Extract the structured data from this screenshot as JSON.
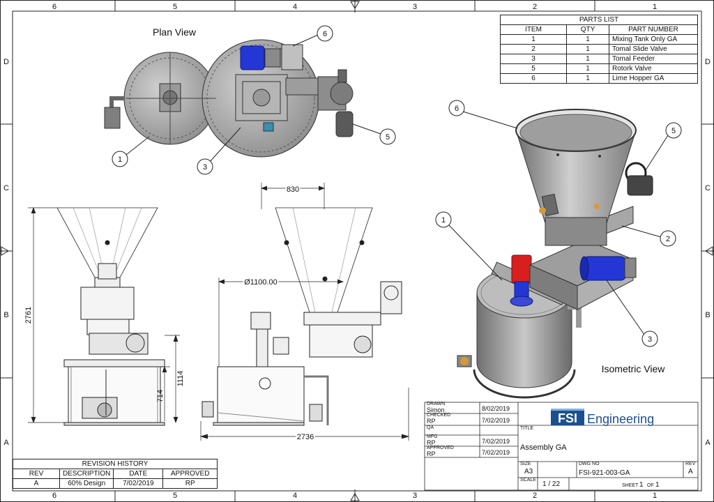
{
  "zones": {
    "columns": [
      "6",
      "5",
      "4",
      "3",
      "2",
      "1"
    ],
    "rows": [
      "D",
      "C",
      "B",
      "A"
    ]
  },
  "views": {
    "plan": "Plan View",
    "iso": "Isometric View"
  },
  "dims": {
    "width_top": "830",
    "diameter": "Ø1100.00",
    "height_total": "2761",
    "height_mid": "1114",
    "height_low": "714",
    "width_overall": "2736"
  },
  "balloons": {
    "plan": [
      "6",
      "1",
      "3",
      "5"
    ],
    "iso": [
      "6",
      "5",
      "1",
      "2",
      "3"
    ]
  },
  "parts_list": {
    "title": "PARTS LIST",
    "headers": [
      "ITEM",
      "QTY",
      "PART NUMBER"
    ],
    "rows": [
      [
        "1",
        "1",
        "Mixing Tank Only GA"
      ],
      [
        "2",
        "1",
        "Tomal Slide Valve"
      ],
      [
        "3",
        "1",
        "Tomal Feeder"
      ],
      [
        "5",
        "1",
        "Rotork Valve"
      ],
      [
        "6",
        "1",
        "Lime Hopper GA"
      ]
    ]
  },
  "revision": {
    "title": "REVISION HISTORY",
    "headers": [
      "REV",
      "DESCRIPTION",
      "DATE",
      "APPROVED"
    ],
    "row": [
      "A",
      "60% Design",
      "7/02/2019",
      "RP"
    ]
  },
  "title_block": {
    "drawn_label": "DRAWN",
    "drawn": "Simon",
    "drawn_date": "8/02/2019",
    "checked_label": "CHECKED",
    "checked": "RP",
    "checked_date": "7/02/2019",
    "qa_label": "QA",
    "mfg_label": "MFG",
    "mfg": "RP",
    "mfg_date": "7/02/2019",
    "approved_label": "APPROVED",
    "approved": "RP",
    "approved_date": "7/02/2019",
    "title_label": "TITLE",
    "title": "Assembly GA",
    "size_label": "SIZE",
    "size": "A3",
    "dwg_label": "DWG NO",
    "dwg": "FSI-921-003-GA",
    "rev_label": "REV",
    "rev": "A",
    "scale_label": "SCALE",
    "scale": "1 / 22",
    "sheet_label": "SHEET",
    "sheet": "1",
    "of_label": "OF",
    "sheets": "1",
    "logo_mark": "FSI",
    "logo_text": "Engineering"
  },
  "colors": {
    "steel": "#8f8f8f",
    "steel_light": "#bdbdbd",
    "motor_blue": "#2437d6",
    "motor_red": "#d81f1f",
    "brand": "#1b4f8f"
  }
}
